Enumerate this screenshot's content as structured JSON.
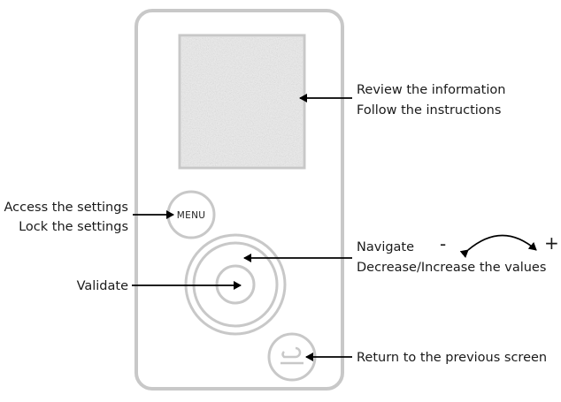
{
  "labels": {
    "screen_line1": "Review the information",
    "screen_line2": "Follow the instructions",
    "menu_line1": "Access the settings",
    "menu_line2": "Lock the settings",
    "wheel_line1": "Navigate",
    "wheel_line2": "Decrease/Increase the values",
    "center_line": "Validate",
    "back_line": "Return to the previous screen",
    "minus": "-",
    "plus": "+"
  },
  "device": {
    "menu_button": "MENU"
  },
  "icons": {
    "back_button": "return-arrow-icon",
    "wheel_direction": "curved-double-arrow-icon"
  },
  "colors": {
    "device_outline": "#c8c8c8",
    "screen_fill": "#ececec",
    "arrow": "#000000",
    "text": "#1a1a1a"
  }
}
